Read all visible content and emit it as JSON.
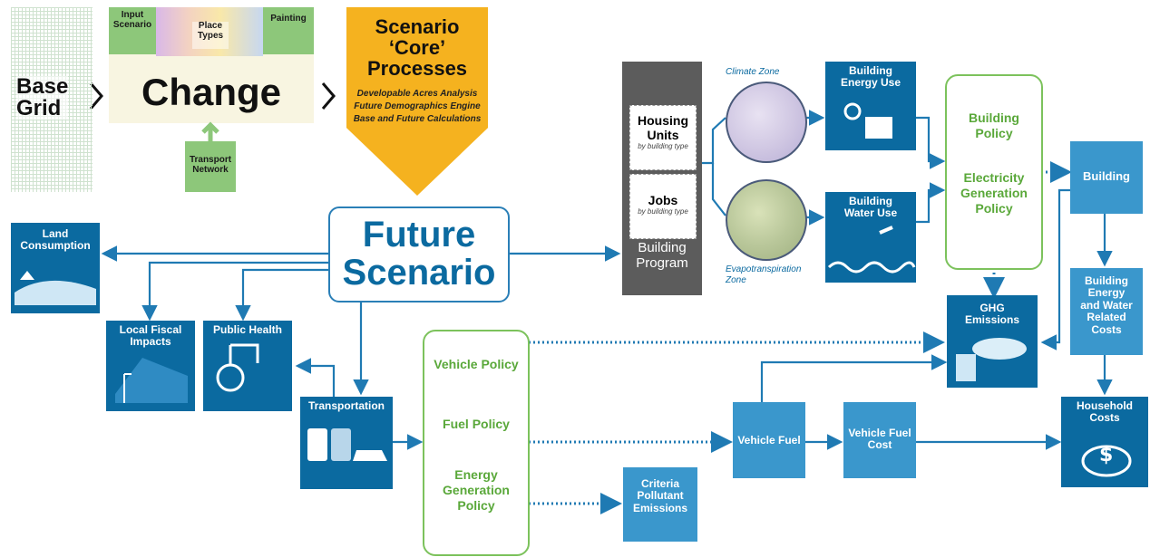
{
  "top_flow": {
    "base_grid": "Base\nGrid",
    "change": "Change",
    "input_scenario": "Input\nScenario",
    "place_types": "Place\nTypes",
    "painting": "Painting",
    "transport_network": "Transport\nNetwork"
  },
  "core": {
    "title": "Scenario\n‘Core’\nProcesses",
    "items": [
      "Developable Acres Analysis",
      "Future Demographics Engine",
      "Base and Future Calculations"
    ]
  },
  "future_scenario": "Future\nScenario",
  "land_consumption": "Land\nConsumption",
  "local_fiscal": "Local Fiscal\nImpacts",
  "public_health": "Public Health",
  "transportation": "Transportation",
  "policies": {
    "vehicle": "Vehicle Policy",
    "fuel": "Fuel Policy",
    "energy": "Energy\nGeneration\nPolicy"
  },
  "criteria_pollutant": "Criteria\nPollutant\nEmissions",
  "vehicle_fuel": "Vehicle Fuel",
  "vehicle_fuel_cost": "Vehicle Fuel\nCost",
  "household_costs": "Household\nCosts",
  "building_program": {
    "housing": "Housing\nUnits",
    "housing_sub": "by building type",
    "jobs": "Jobs",
    "jobs_sub": "by building type",
    "label": "Building\nProgram"
  },
  "climate_zone": "Climate Zone",
  "evapo_zone": "Evapotranspiration\nZone",
  "building_energy_use": "Building\nEnergy Use",
  "building_water_use": "Building\nWater Use",
  "building_policy": "Building\nPolicy",
  "electricity_policy": "Electricity\nGeneration\nPolicy",
  "building": "Building",
  "ghg_emissions": "GHG\nEmissions",
  "building_costs": "Building\nEnergy\nand Water\nRelated\nCosts",
  "colors": {
    "dark_blue": "#0b6aa0",
    "light_blue": "#3a97cc",
    "green": "#7cc25c",
    "gold": "#f5b21f",
    "gray": "#5c5c5c"
  }
}
